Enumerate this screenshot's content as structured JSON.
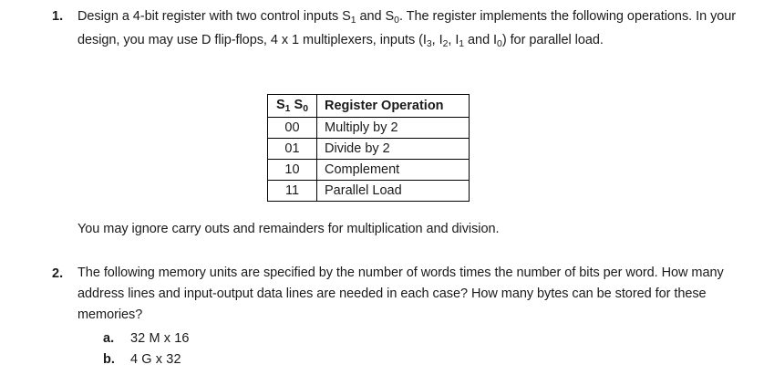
{
  "document": {
    "problems": [
      {
        "marker": "1.",
        "text_part_1": "Design a 4-bit register with two control inputs S",
        "sub_1": "1",
        "text_part_2": " and S",
        "sub_2": "0",
        "text_part_3": ". The register implements the following operations. In your design, you may use D flip-flops, 4 x 1 multiplexers, inputs (I",
        "sub_3": "3",
        "text_part_4": ", I",
        "sub_4": "2",
        "text_part_5": ", I",
        "sub_5": "1",
        "text_part_6": " and I",
        "sub_6": "0",
        "text_part_7": ") for parallel load."
      },
      {
        "marker": "2.",
        "text": "The following memory units are specified by the number of words times the number of bits per word. How many address lines and input-output data lines are needed in each case? How many bytes can be stored for these memories?"
      }
    ],
    "note": "You may ignore carry outs and remainders for multiplication and division.",
    "table": {
      "headers": {
        "selector_part_1": "S",
        "selector_sub_1": "1",
        "selector_part_2": " S",
        "selector_sub_2": "0",
        "operation": "Register Operation"
      },
      "rows": [
        {
          "selector": "00",
          "operation": "Multiply by 2"
        },
        {
          "selector": "01",
          "operation": "Divide by 2"
        },
        {
          "selector": "10",
          "operation": "Complement"
        },
        {
          "selector": "11",
          "operation": "Parallel Load"
        }
      ]
    },
    "sub_items": [
      {
        "marker": "a.",
        "text": "32 M x 16"
      },
      {
        "marker": "b.",
        "text": "4 G x 32"
      }
    ]
  }
}
